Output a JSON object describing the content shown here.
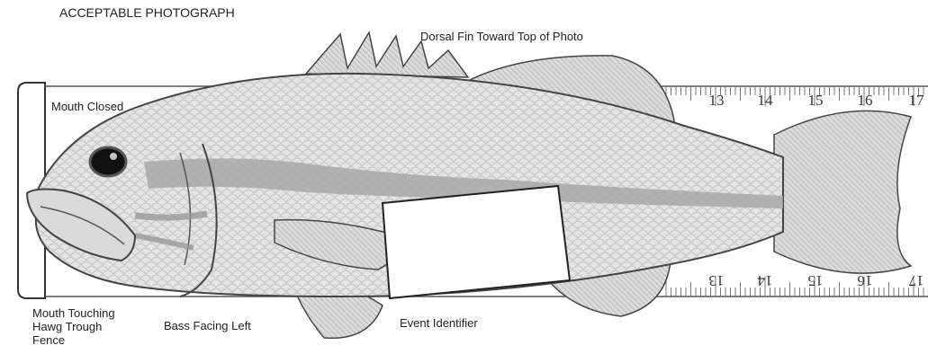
{
  "title": "ACCEPTABLE PHOTOGRAPH",
  "labels": {
    "dorsal": "Dorsal Fin Toward Top of Photo",
    "mouth_closed": "Mouth Closed",
    "mouth_touching": "Mouth Touching\nHawg Trough\nFence",
    "facing_left": "Bass Facing Left",
    "event_identifier": "Event Identifier"
  },
  "ruler": {
    "top_numbers": [
      "13",
      "14",
      "15",
      "16",
      "17"
    ],
    "bottom_numbers": [
      "13",
      "14",
      "15",
      "16",
      "17"
    ]
  },
  "icons": [
    "largemouth-bass-illustration",
    "measuring-board"
  ]
}
